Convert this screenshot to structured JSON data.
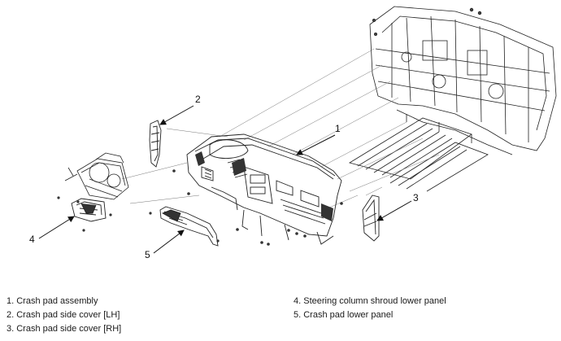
{
  "callouts": {
    "c1": "1",
    "c2": "2",
    "c3": "3",
    "c4": "4",
    "c5": "5"
  },
  "legend": {
    "item1": "1. Crash pad assembly",
    "item2": "2. Crash pad side cover [LH]",
    "item3": "3. Crash pad side cover [RH]",
    "item4": "4. Steering column shroud lower panel",
    "item5": "5. Crash pad lower panel"
  },
  "colors": {
    "line": "#222222",
    "background": "#ffffff"
  }
}
